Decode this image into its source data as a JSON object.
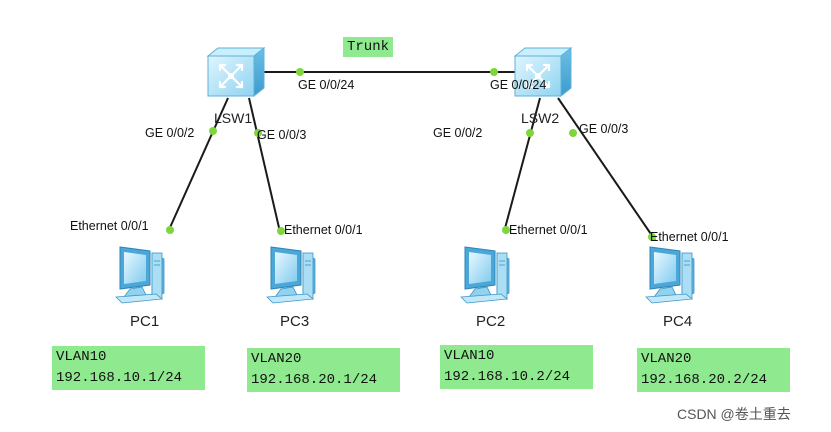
{
  "trunk_label": "Trunk",
  "switches": [
    {
      "name": "LSW1"
    },
    {
      "name": "LSW2"
    }
  ],
  "switch_link_ports": {
    "lsw1": "GE 0/0/24",
    "lsw2": "GE 0/0/24"
  },
  "pcs": [
    {
      "name": "PC1",
      "switch_port": "GE 0/0/2",
      "pc_port": "Ethernet 0/0/1",
      "vlan": "VLAN10",
      "ip": "192.168.10.1/24"
    },
    {
      "name": "PC3",
      "switch_port": "GE 0/0/3",
      "pc_port": "Ethernet 0/0/1",
      "vlan": "VLAN20",
      "ip": "192.168.20.1/24"
    },
    {
      "name": "PC2",
      "switch_port": "GE 0/0/2",
      "pc_port": "Ethernet 0/0/1",
      "vlan": "VLAN10",
      "ip": "192.168.10.2/24"
    },
    {
      "name": "PC4",
      "switch_port": "GE 0/0/3",
      "pc_port": "Ethernet 0/0/1",
      "vlan": "VLAN20",
      "ip": "192.168.20.2/24"
    }
  ],
  "watermark": "CSDN @卷土重去",
  "colors": {
    "label_bg": "#8fe98f",
    "port_dot": "#7ed63a",
    "device_blue": "#8fd3f0",
    "link": "#1a1a1a"
  },
  "icons": {
    "switch": "layer3-switch-icon",
    "pc": "desktop-pc-icon"
  }
}
